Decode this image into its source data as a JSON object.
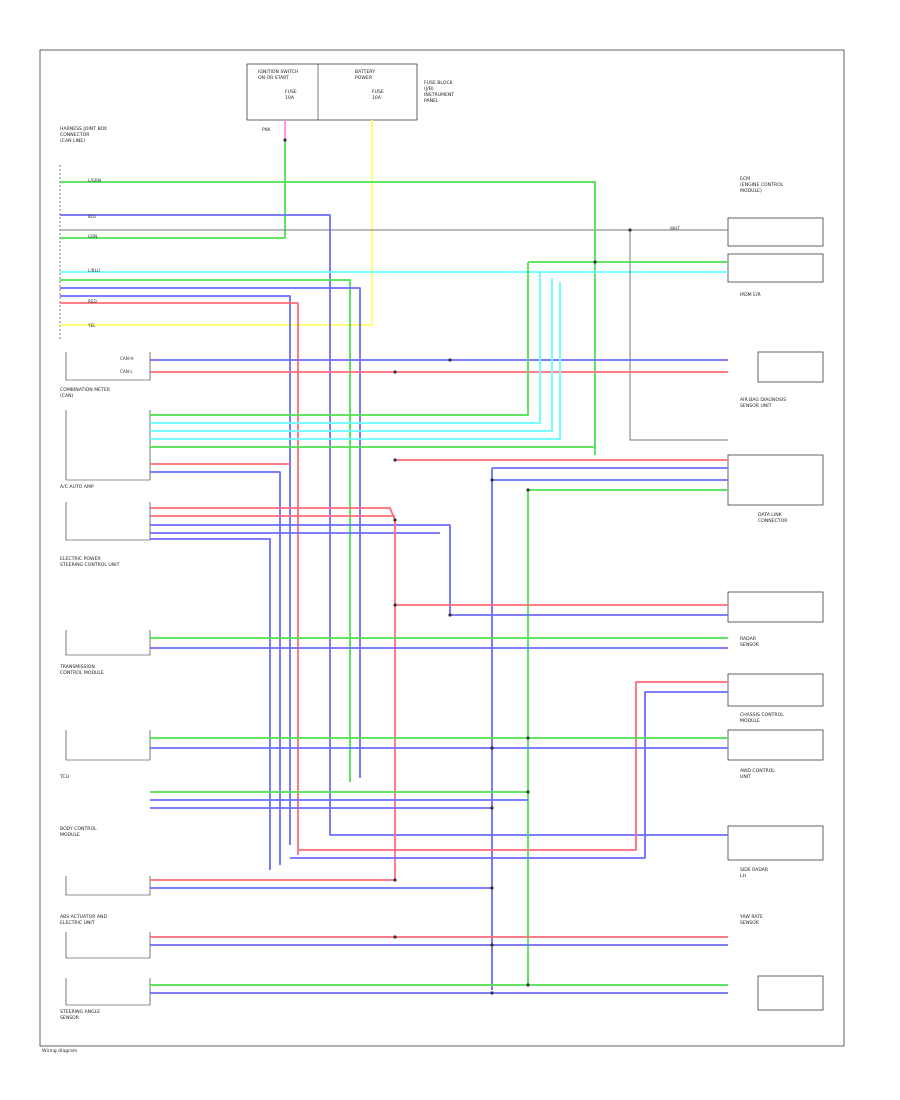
{
  "diagram": {
    "footer": "Wiring diagram",
    "top_boxes": [
      {
        "id": "ign",
        "title_lines": [
          "IGNITION SWITCH",
          "ON OR START"
        ],
        "fuse_lines": [
          "FUSE",
          "10A"
        ]
      },
      {
        "id": "bat",
        "title_lines": [
          "BATTERY",
          "POWER"
        ],
        "fuse_lines": [
          "FUSE",
          "10A"
        ]
      }
    ],
    "top_side_note": [
      "FUSE BLOCK",
      "(J/B)",
      "INSTRUMENT",
      "PANEL"
    ],
    "left_components": [
      {
        "id": "harness",
        "lines": [
          "HARNESS JOINT BOX",
          "CONNECTOR",
          "(CAN LINE)"
        ]
      },
      {
        "id": "combmeter",
        "lines": [
          "COMBINATION METER",
          "(CAN)"
        ]
      },
      {
        "id": "acu",
        "lines": [
          "A/C AUTO AMP"
        ]
      },
      {
        "id": "eps",
        "lines": [
          "ELECTRIC POWER",
          "STEERING CONTROL UNIT"
        ]
      },
      {
        "id": "tcm",
        "lines": [
          "TRANSMISSION",
          "CONTROL MODULE"
        ]
      },
      {
        "id": "tcu",
        "lines": [
          "TCU"
        ]
      },
      {
        "id": "bcm",
        "lines": [
          "BODY CONTROL",
          "MODULE"
        ]
      },
      {
        "id": "abs",
        "lines": [
          "ABS ACTUATOR AND",
          "ELECTRIC UNIT"
        ]
      },
      {
        "id": "steer",
        "lines": [
          "STEERING ANGLE",
          "SENSOR"
        ]
      }
    ],
    "right_components": [
      {
        "id": "ecm",
        "lines": [
          "ECM",
          "(ENGINE CONTROL",
          "MODULE)"
        ]
      },
      {
        "id": "ipdm",
        "lines": [
          "IPDM E/R"
        ]
      },
      {
        "id": "airbag",
        "lines": [
          "AIR BAG DIAGNOSIS",
          "SENSOR UNIT"
        ]
      },
      {
        "id": "dataconn",
        "lines": [
          "DATA LINK",
          "CONNECTOR"
        ]
      },
      {
        "id": "rcs",
        "lines": [
          "RADAR",
          "SENSOR"
        ]
      },
      {
        "id": "chassis",
        "lines": [
          "CHASSIS CONTROL",
          "MODULE"
        ]
      },
      {
        "id": "awd",
        "lines": [
          "AWD CONTROL",
          "UNIT"
        ]
      },
      {
        "id": "sideradar",
        "lines": [
          "SIDE RADAR",
          "LH"
        ]
      },
      {
        "id": "yaw",
        "lines": [
          "YAW RATE",
          "SENSOR"
        ]
      }
    ],
    "wire_labels": [
      "L/GRN",
      "GRN",
      "BLU",
      "RED",
      "PNK",
      "YEL",
      "L/BLU",
      "WHT"
    ],
    "can_labels": [
      "CAN-H",
      "CAN-L"
    ]
  }
}
